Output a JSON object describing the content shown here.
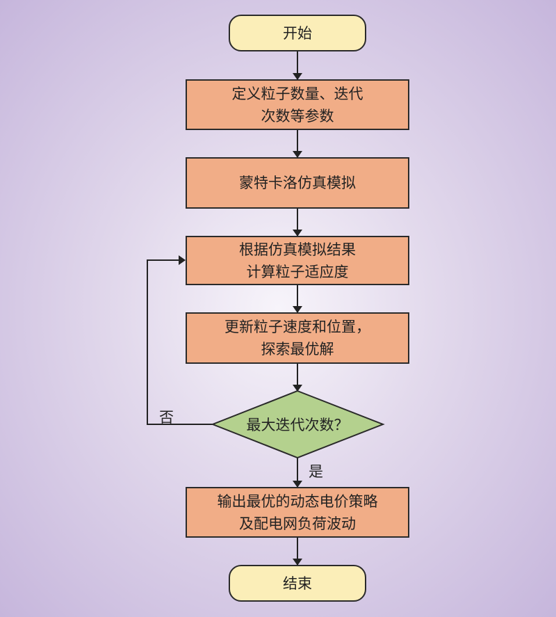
{
  "flowchart": {
    "start": "开始",
    "step1": [
      "定义粒子数量、迭代",
      "次数等参数"
    ],
    "step2": "蒙特卡洛仿真模拟",
    "step3": [
      "根据仿真模拟结果",
      "计算粒子适应度"
    ],
    "step4": [
      "更新粒子速度和位置，",
      "探索最优解"
    ],
    "decision": "最大迭代次数？",
    "no_label": "否",
    "yes_label": "是",
    "step5": [
      "输出最优的动态电价策略",
      "及配电网负荷波动"
    ],
    "end": "结束"
  },
  "colors": {
    "terminal": "#fbeeb8",
    "process": "#f1ad87",
    "decision": "#b4d18e"
  }
}
